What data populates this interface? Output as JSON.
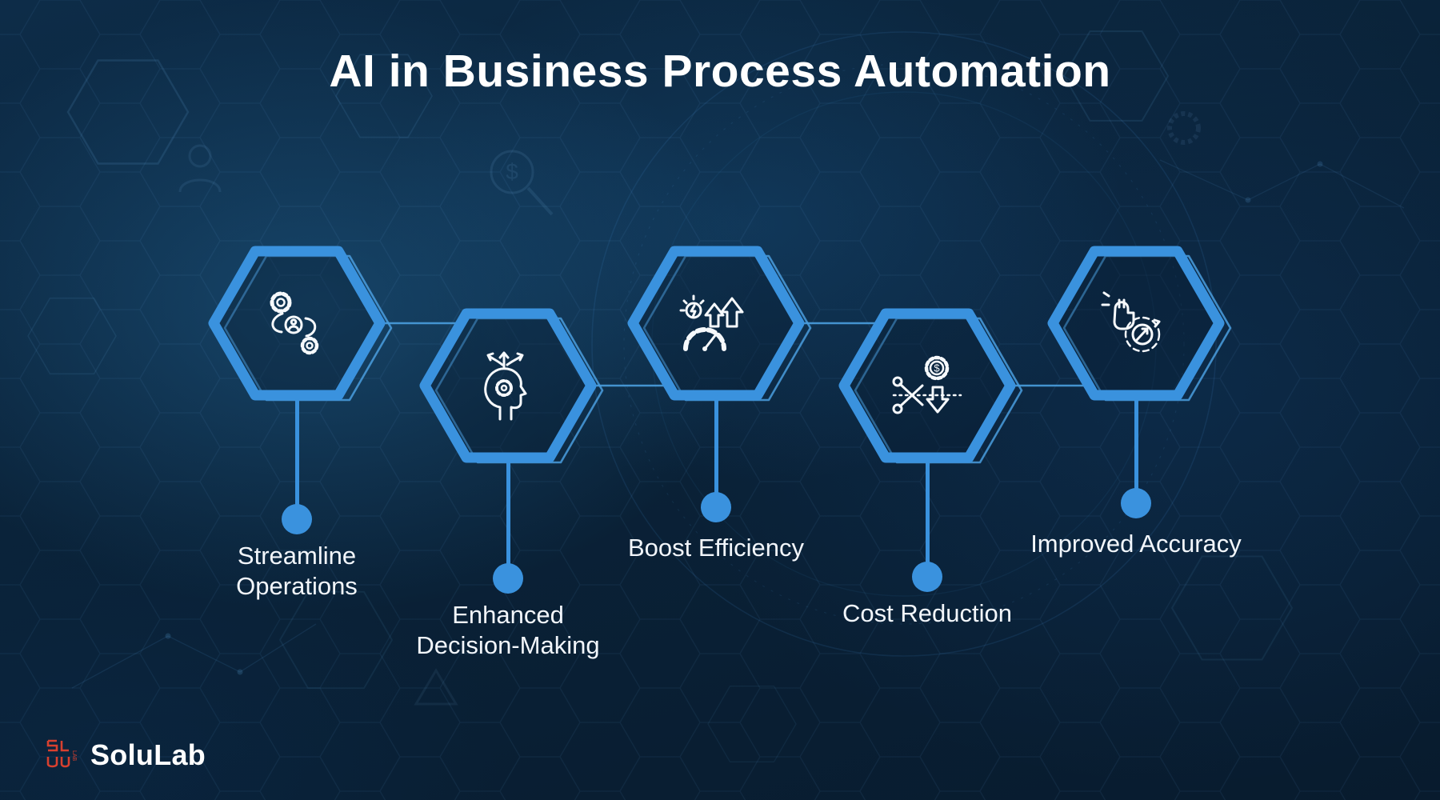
{
  "title": "AI in Business Process Automation",
  "brand": {
    "name": "SoluLab"
  },
  "colors": {
    "accent_blue": "#3a92de",
    "background_navy": "#0a2238",
    "text_white": "#ffffff",
    "brand_red": "#d8402f"
  },
  "items": [
    {
      "label": "Streamline\nOperations",
      "icon": "process-automation-icon"
    },
    {
      "label": "Enhanced\nDecision-Making",
      "icon": "decision-branching-icon"
    },
    {
      "label": "Boost Efficiency",
      "icon": "efficiency-gauge-icon"
    },
    {
      "label": "Cost Reduction",
      "icon": "cost-scissors-icon"
    },
    {
      "label": "Improved Accuracy",
      "icon": "accuracy-dial-icon"
    }
  ]
}
